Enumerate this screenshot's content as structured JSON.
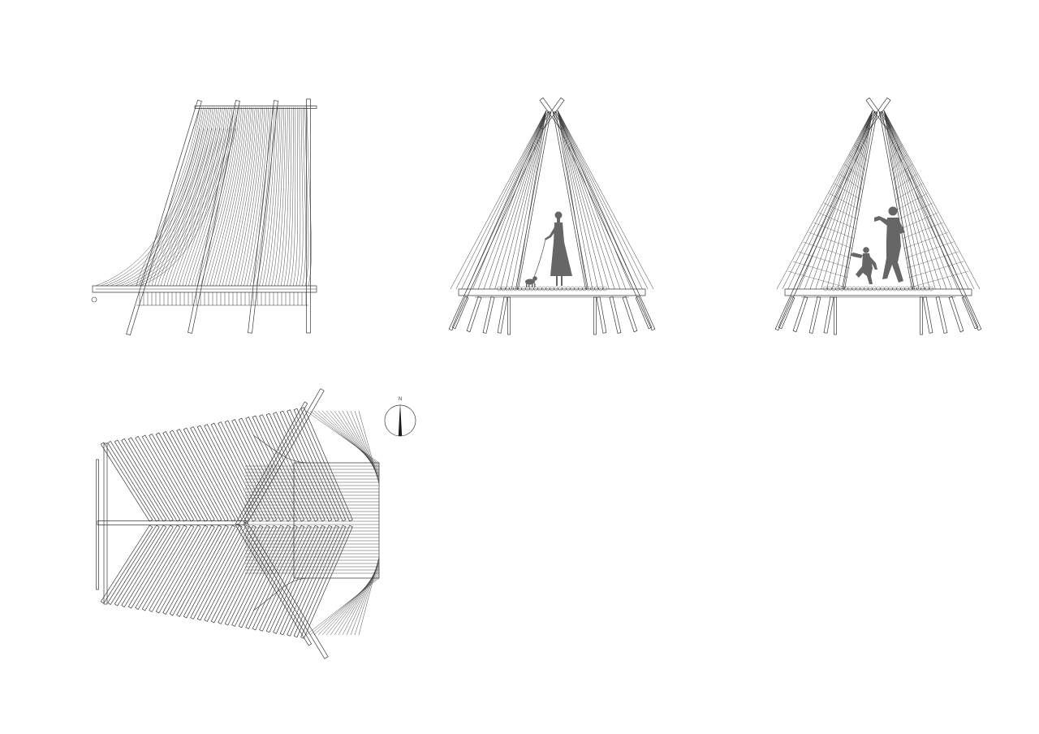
{
  "sheet": {
    "background": "#ffffff",
    "line_color": "#3a3a3a",
    "figure_color": "#666666"
  },
  "drawings": [
    {
      "name": "side-elevation"
    },
    {
      "name": "front-elevation-woman-dog"
    },
    {
      "name": "front-elevation-adult-child"
    },
    {
      "name": "plan-view"
    }
  ],
  "north_arrow": {
    "label": "N",
    "icon": "north-arrow-icon"
  }
}
